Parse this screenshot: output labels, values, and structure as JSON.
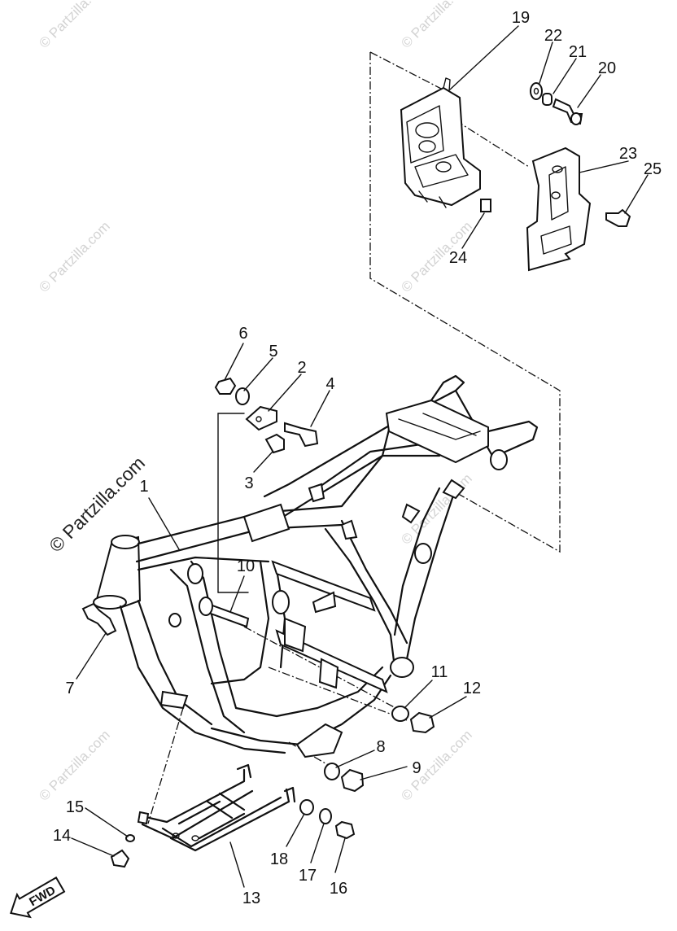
{
  "watermark": {
    "small_text": "© Partzilla.com",
    "large_text": "© Partzilla.com"
  },
  "direction_arrow": {
    "label": "FWD"
  },
  "callouts": {
    "p1": "1",
    "p2": "2",
    "p3": "3",
    "p4": "4",
    "p5": "5",
    "p6": "6",
    "p7": "7",
    "p8": "8",
    "p9": "9",
    "p10": "10",
    "p11": "11",
    "p12": "12",
    "p13": "13",
    "p14": "14",
    "p15": "15",
    "p16": "16",
    "p17": "17",
    "p18": "18",
    "p19": "19",
    "p20": "20",
    "p21": "21",
    "p22": "22",
    "p23": "23",
    "p24": "24",
    "p25": "25"
  }
}
